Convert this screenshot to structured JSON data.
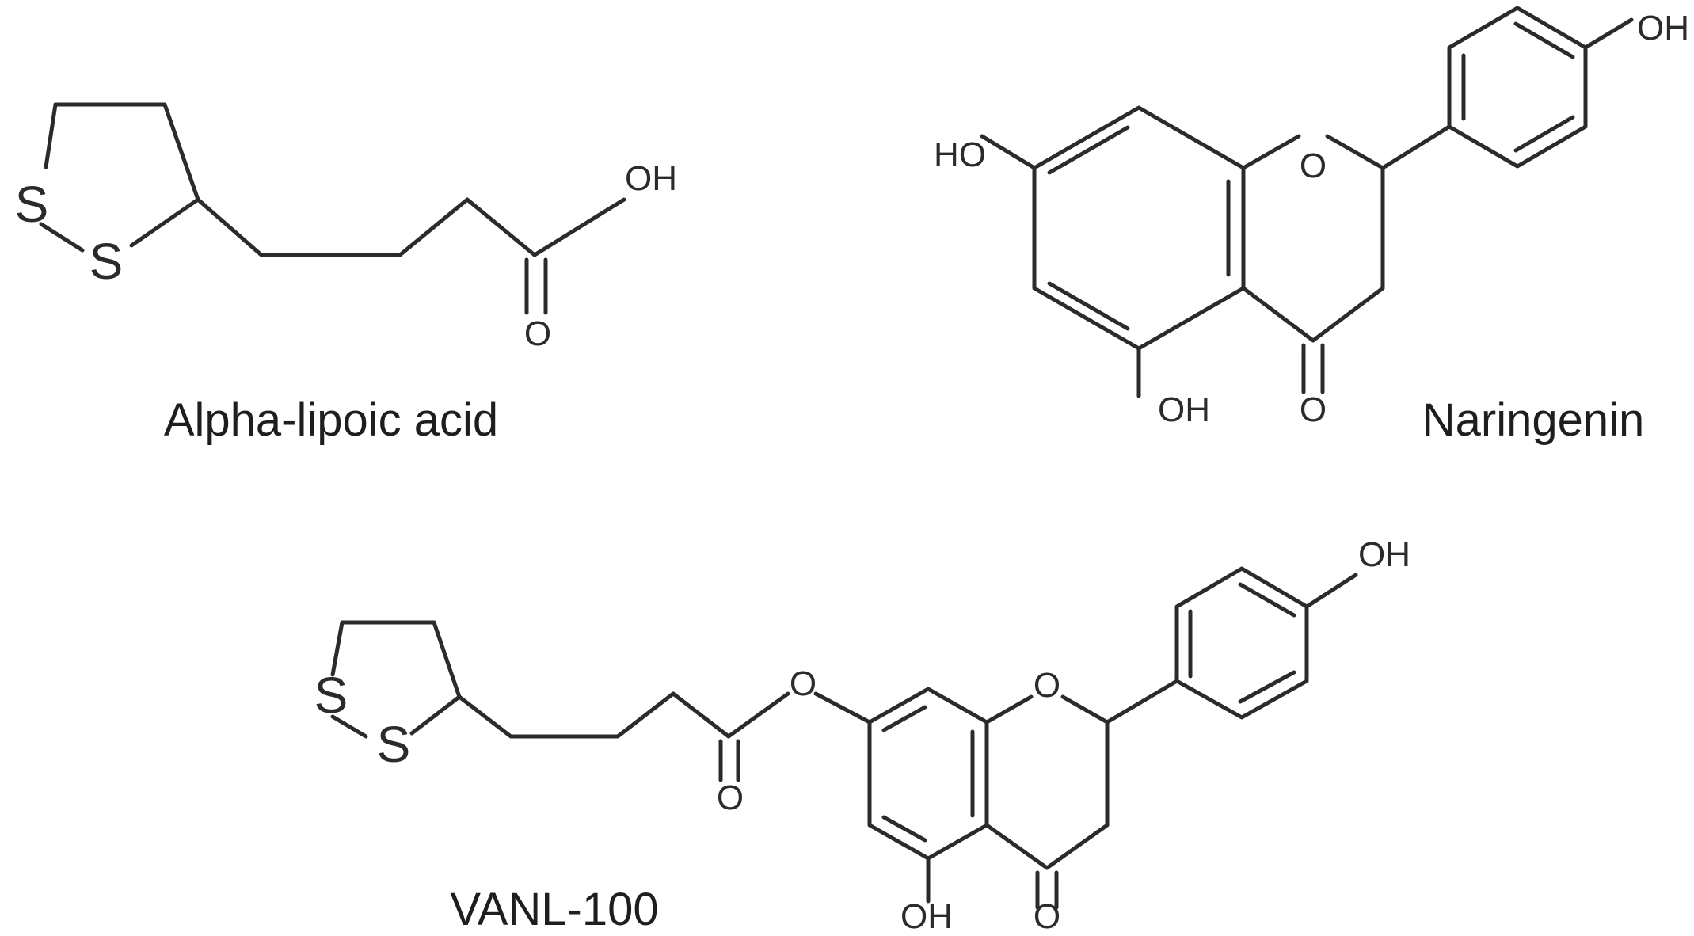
{
  "compounds": [
    {
      "name": "Alpha-lipoic acid",
      "atoms": {
        "s1": "S",
        "s2": "S",
        "oh": "OH",
        "o": "O"
      }
    },
    {
      "name": "Naringenin",
      "atoms": {
        "ho": "HO",
        "oh_top": "OH",
        "o_ring": "O",
        "oh_bottom": "OH",
        "o": "O"
      }
    },
    {
      "name": "VANL-100",
      "atoms": {
        "s1": "S",
        "s2": "S",
        "o_ester": "O",
        "o_carbonyl": "O",
        "o_ring": "O",
        "oh_top": "OH",
        "oh_bottom": "OH",
        "o": "O"
      }
    }
  ]
}
